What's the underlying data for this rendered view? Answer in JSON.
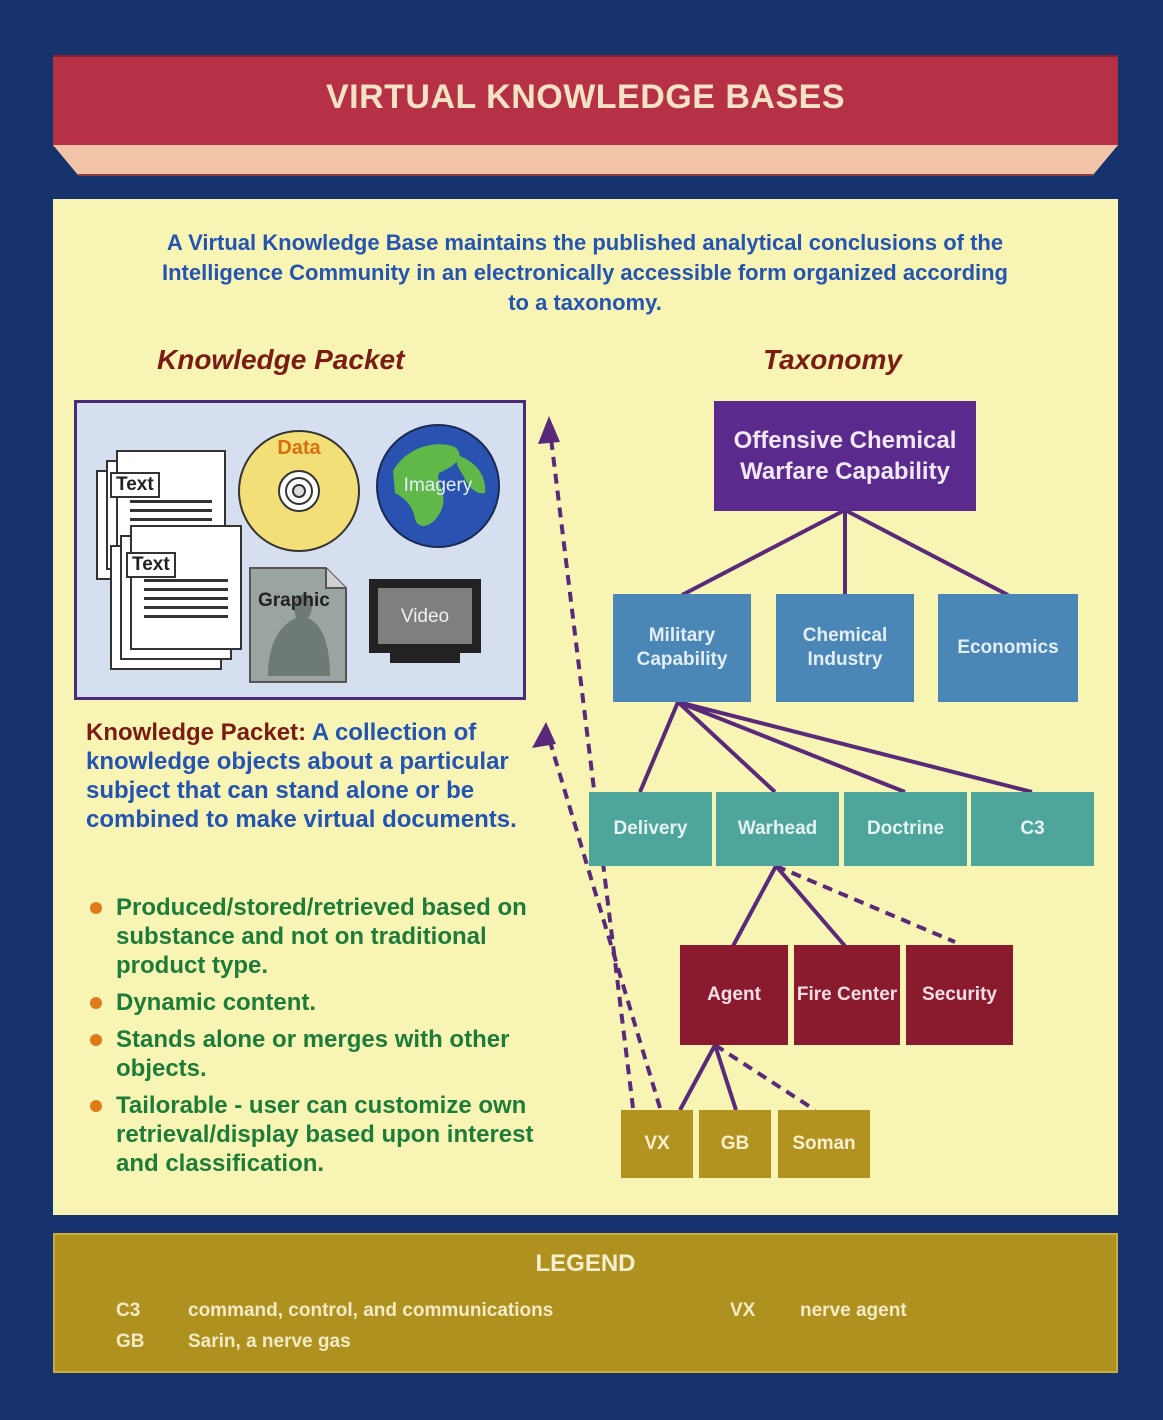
{
  "header": {
    "title": "VIRTUAL KNOWLEDGE BASES"
  },
  "intro": "A Virtual Knowledge Base maintains the published analytical conclusions of the Intelligence Community in an electronically accessible form organized according to a taxonomy.",
  "knowledge_packet": {
    "title": "Knowledge Packet",
    "items": {
      "text1": "Text",
      "text2": "Text",
      "data": "Data",
      "imagery": "Imagery",
      "graphic": "Graphic",
      "video": "Video"
    },
    "definition_lead": "Knowledge Packet:",
    "definition_text": " A collection of knowledge objects about a particular subject that can stand alone or be combined to make virtual documents.",
    "bullets": [
      "Produced/stored/retrieved based on substance and not on traditional product type.",
      "Dynamic content.",
      "Stands alone or merges with other objects.",
      "Tailorable - user can customize own retrieval/display based upon interest and classification."
    ]
  },
  "taxonomy": {
    "title": "Taxonomy",
    "root": "Offensive Chemical Warfare Capability",
    "level1": [
      "Military Capability",
      "Chemical Industry",
      "Economics"
    ],
    "level2": [
      "Delivery",
      "Warhead",
      "Doctrine",
      "C3"
    ],
    "level3": [
      "Agent",
      "Fire Center",
      "Security"
    ],
    "level4": [
      "VX",
      "GB",
      "Soman"
    ]
  },
  "legend": {
    "title": "LEGEND",
    "entries": [
      {
        "abbr": "C3",
        "meaning": "command, control, and communications"
      },
      {
        "abbr": "GB",
        "meaning": "Sarin, a nerve gas"
      },
      {
        "abbr": "VX",
        "meaning": "nerve agent"
      }
    ]
  },
  "colors": {
    "background": "#17336e",
    "banner": "#b63145",
    "panel": "#f8f5b4",
    "connector": "#5a2a7a",
    "legend": "#ae911e"
  }
}
